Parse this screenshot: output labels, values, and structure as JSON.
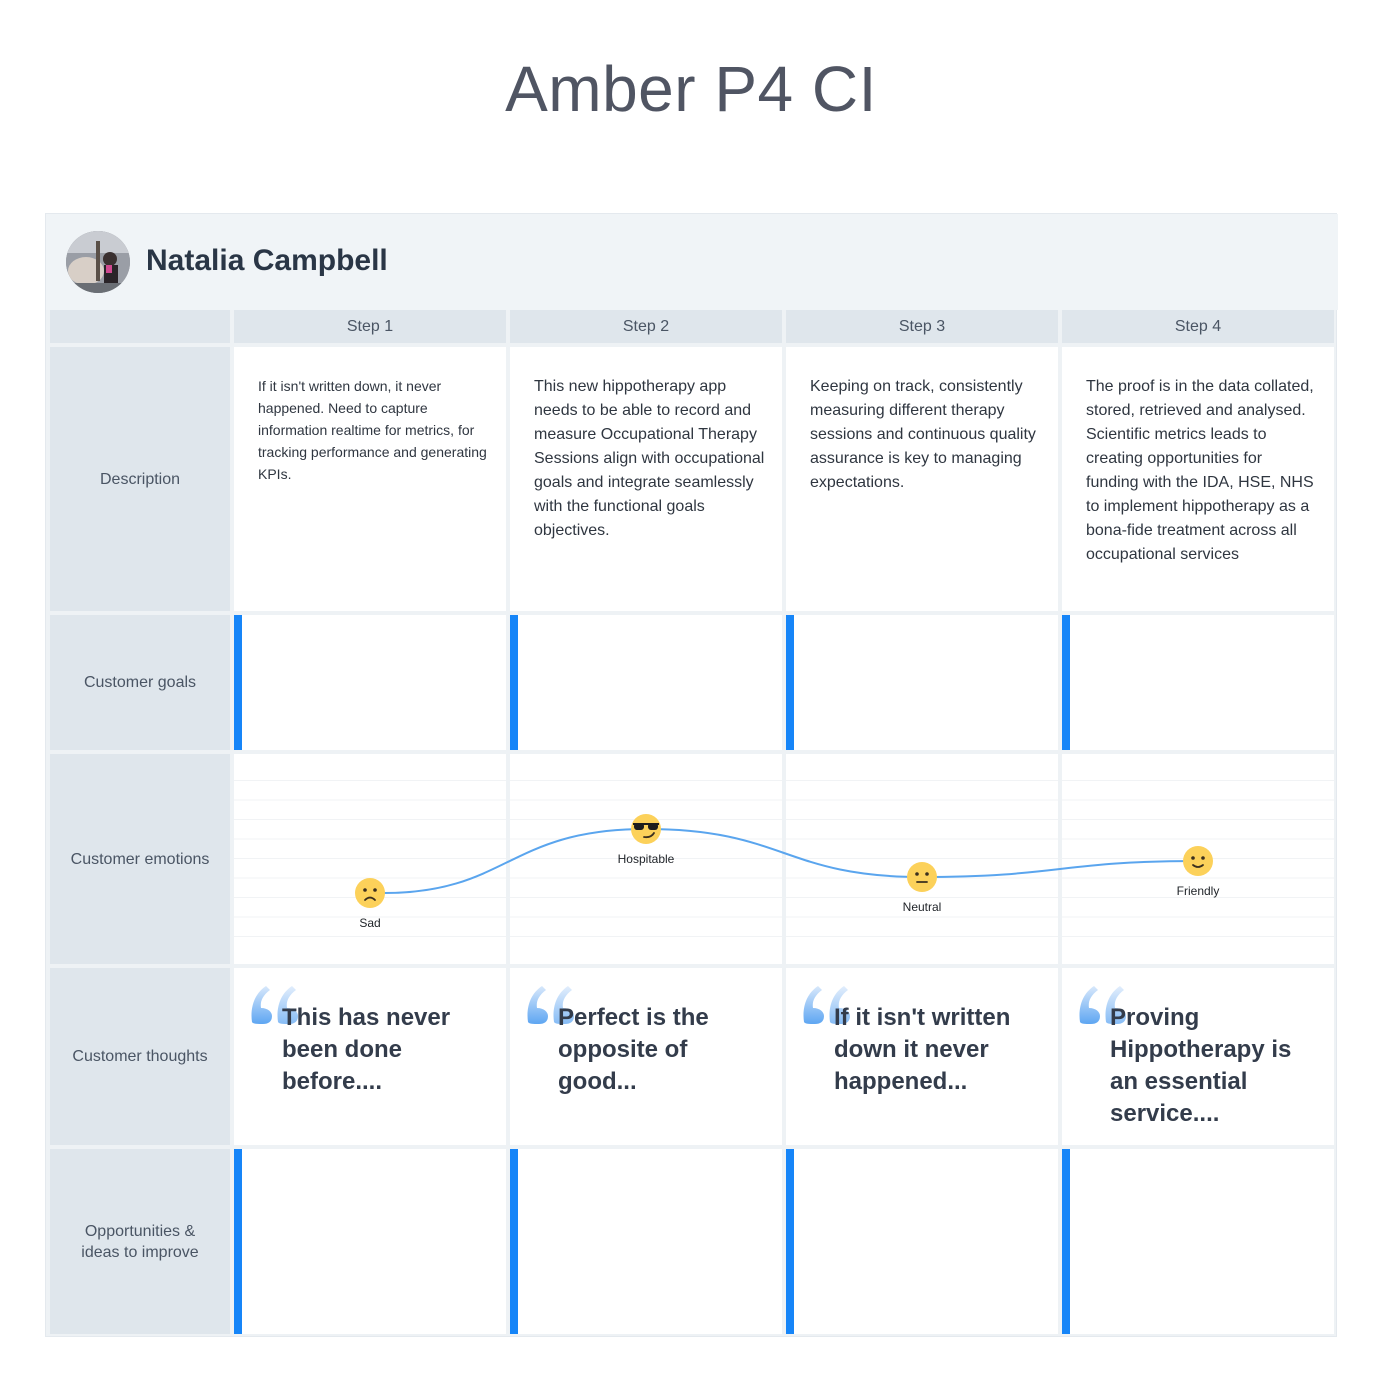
{
  "title": "Amber P4 CI",
  "persona": {
    "name": "Natalia Campbell"
  },
  "steps": [
    {
      "label": "Step 1"
    },
    {
      "label": "Step 2"
    },
    {
      "label": "Step 3"
    },
    {
      "label": "Step 4"
    }
  ],
  "row_labels": {
    "description": "Description",
    "goals": "Customer goals",
    "emotions": "Customer emotions",
    "thoughts": "Customer thoughts",
    "opportunities": "Opportunities & ideas to improve"
  },
  "descriptions": [
    "If it isn't written down, it never happened.  Need to capture information realtime for metrics, for tracking performance and generating KPIs.",
    "This new hippotherapy app needs to be able to record and measure Occupational Therapy Sessions align with occupational goals and integrate seamlessly with the functional goals objectives.",
    "Keeping on track, consistently measuring different therapy sessions and continuous quality assurance is key to managing expectations.",
    "The proof is in the data collated, stored, retrieved and analysed.  Scientific metrics leads to creating opportunities for funding with the IDA, HSE, NHS to implement hippotherapy as a bona-fide treatment across all occupational services"
  ],
  "emotions": [
    {
      "label": "Sad",
      "level": 0.3,
      "icon": "sad-face-icon"
    },
    {
      "label": "Hospitable",
      "level": 0.7,
      "icon": "sunglasses-face-icon"
    },
    {
      "label": "Neutral",
      "level": 0.4,
      "icon": "neutral-face-icon"
    },
    {
      "label": "Friendly",
      "level": 0.5,
      "icon": "slight-smile-face-icon"
    }
  ],
  "thoughts": [
    "This has never been done before....",
    "Perfect is the opposite of good...",
    "If it isn't written down it never happened...",
    "Proving Hippotherapy is an essential service...."
  ],
  "colors": {
    "accent": "#1685f8",
    "emoji": "#fcd15a",
    "curve": "#5aa5ee",
    "label_bg": "#dfe6ec"
  }
}
